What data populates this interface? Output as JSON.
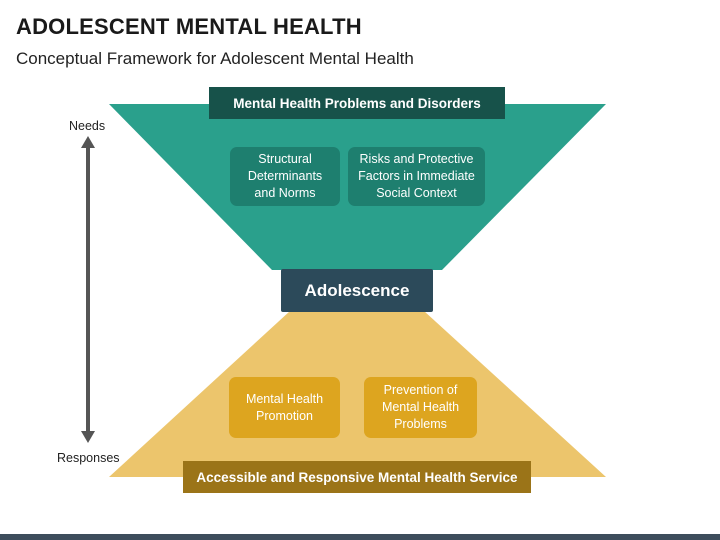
{
  "header": {
    "title": "ADOLESCENT MENTAL HEALTH",
    "subtitle": "Conceptual Framework for Adolescent Mental Health"
  },
  "diagram": {
    "top_banner": "Mental Health Problems and Disorders",
    "top_cards": [
      "Structural Determinants and Norms",
      "Risks and Protective Factors in Immediate Social Context"
    ],
    "center": "Adolescence",
    "bottom_cards": [
      "Mental Health Promotion",
      "Prevention of Mental Health Problems"
    ],
    "bottom_banner": "Accessible and Responsive Mental Health Service",
    "axis": {
      "top_label": "Needs",
      "bottom_label": "Responses"
    }
  },
  "colors": {
    "teal_funnel": "#2aa08c",
    "teal_card": "#1e7f6f",
    "teal_banner": "#17524a",
    "gold_funnel": "#ecc56c",
    "gold_card": "#dda51f",
    "gold_banner": "#9b7418",
    "center_box": "#2c4a5a",
    "arrow": "#555555"
  }
}
